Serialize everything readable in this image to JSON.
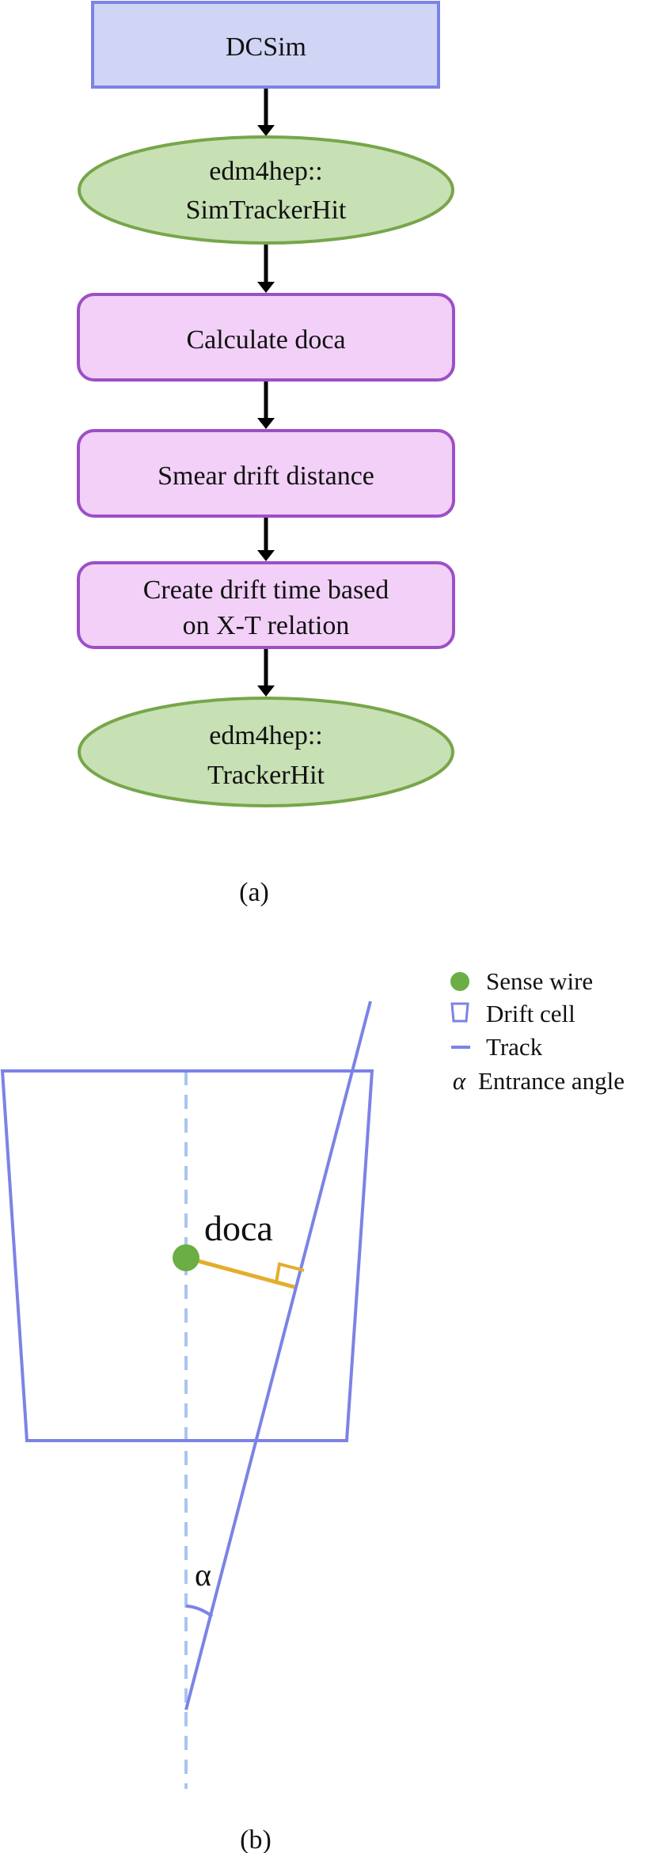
{
  "flowchart": {
    "nodes": [
      {
        "id": "dcsim",
        "shape": "rect",
        "lines": [
          "DCSim"
        ]
      },
      {
        "id": "simhit",
        "shape": "ellipse",
        "lines": [
          "edm4hep::",
          "SimTrackerHit"
        ]
      },
      {
        "id": "doca",
        "shape": "rounded",
        "lines": [
          "Calculate doca"
        ]
      },
      {
        "id": "smear",
        "shape": "rounded",
        "lines": [
          "Smear drift distance"
        ]
      },
      {
        "id": "drifttime",
        "shape": "rounded",
        "lines": [
          "Create drift time based",
          "on X-T relation"
        ]
      },
      {
        "id": "trackerhit",
        "shape": "ellipse",
        "lines": [
          "edm4hep::",
          "TrackerHit"
        ]
      }
    ],
    "caption": "(a)"
  },
  "cell_diagram": {
    "doca_label": "doca",
    "angle_label": "α",
    "legend": [
      {
        "symbol": "sense-wire",
        "label": "Sense wire"
      },
      {
        "symbol": "drift-cell",
        "label": "Drift cell"
      },
      {
        "symbol": "track",
        "label": "Track"
      },
      {
        "symbol": "alpha",
        "glyph": "α",
        "label": "Entrance angle"
      }
    ],
    "caption": "(b)"
  },
  "colors": {
    "rect_fill": "#D0D5F6",
    "rect_stroke": "#7B83E6",
    "ellipse_fill": "#C7E0B4",
    "ellipse_stroke": "#77A64A",
    "rounded_fill": "#F2D0F8",
    "rounded_stroke": "#9D4FC6",
    "arrow": "#000000",
    "cell": "#7B83E6",
    "centerline": "#A8C6F0",
    "doca_line": "#E3AE2E",
    "sense_wire": "#6BAE45"
  }
}
